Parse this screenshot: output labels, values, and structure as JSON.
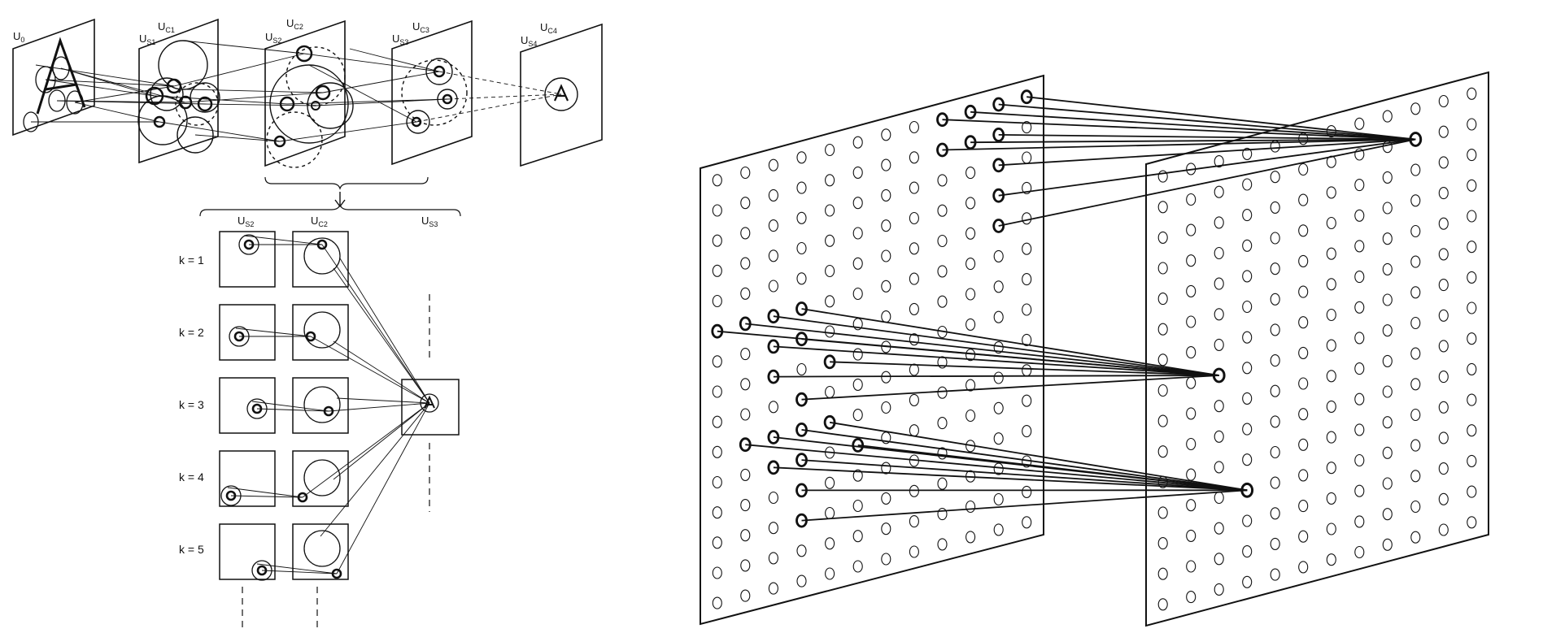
{
  "colors": {
    "ink": "#111111",
    "paper": "#ffffff"
  },
  "top_layers": [
    {
      "main": "U",
      "sub": "0"
    },
    {
      "main": "U",
      "sub": "S1"
    },
    {
      "main": "U",
      "sub": "C1"
    },
    {
      "main": "U",
      "sub": "S2"
    },
    {
      "main": "U",
      "sub": "C2"
    },
    {
      "main": "U",
      "sub": "S3"
    },
    {
      "main": "U",
      "sub": "C3"
    },
    {
      "main": "U",
      "sub": "S4"
    },
    {
      "main": "U",
      "sub": "C4"
    }
  ],
  "detail_columns": [
    {
      "main": "U",
      "sub": "S2"
    },
    {
      "main": "U",
      "sub": "C2"
    },
    {
      "main": "U",
      "sub": "S3"
    }
  ],
  "k_labels": [
    "k = 1",
    "k = 2",
    "k = 3",
    "k = 4",
    "k = 5"
  ],
  "arrow_icon": "down-arrow-icon"
}
